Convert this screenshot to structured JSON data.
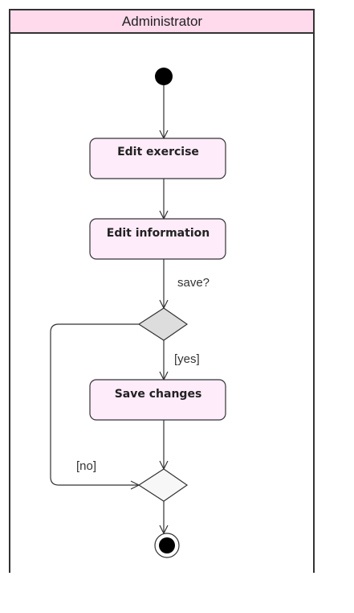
{
  "swimlane": {
    "title": "Administrator"
  },
  "actions": {
    "edit_exercise": "Edit exercise",
    "edit_information": "Edit information",
    "save_changes": "Save changes"
  },
  "guards": {
    "decision_question": "save?",
    "yes": "[yes]",
    "no": "[no]"
  },
  "colors": {
    "swimlane_header": "#ffd9ec",
    "action_fill": "#ffecfb",
    "decision_fill": "#dddddd",
    "merge_fill": "#f7f7f7",
    "stroke": "#333333"
  }
}
